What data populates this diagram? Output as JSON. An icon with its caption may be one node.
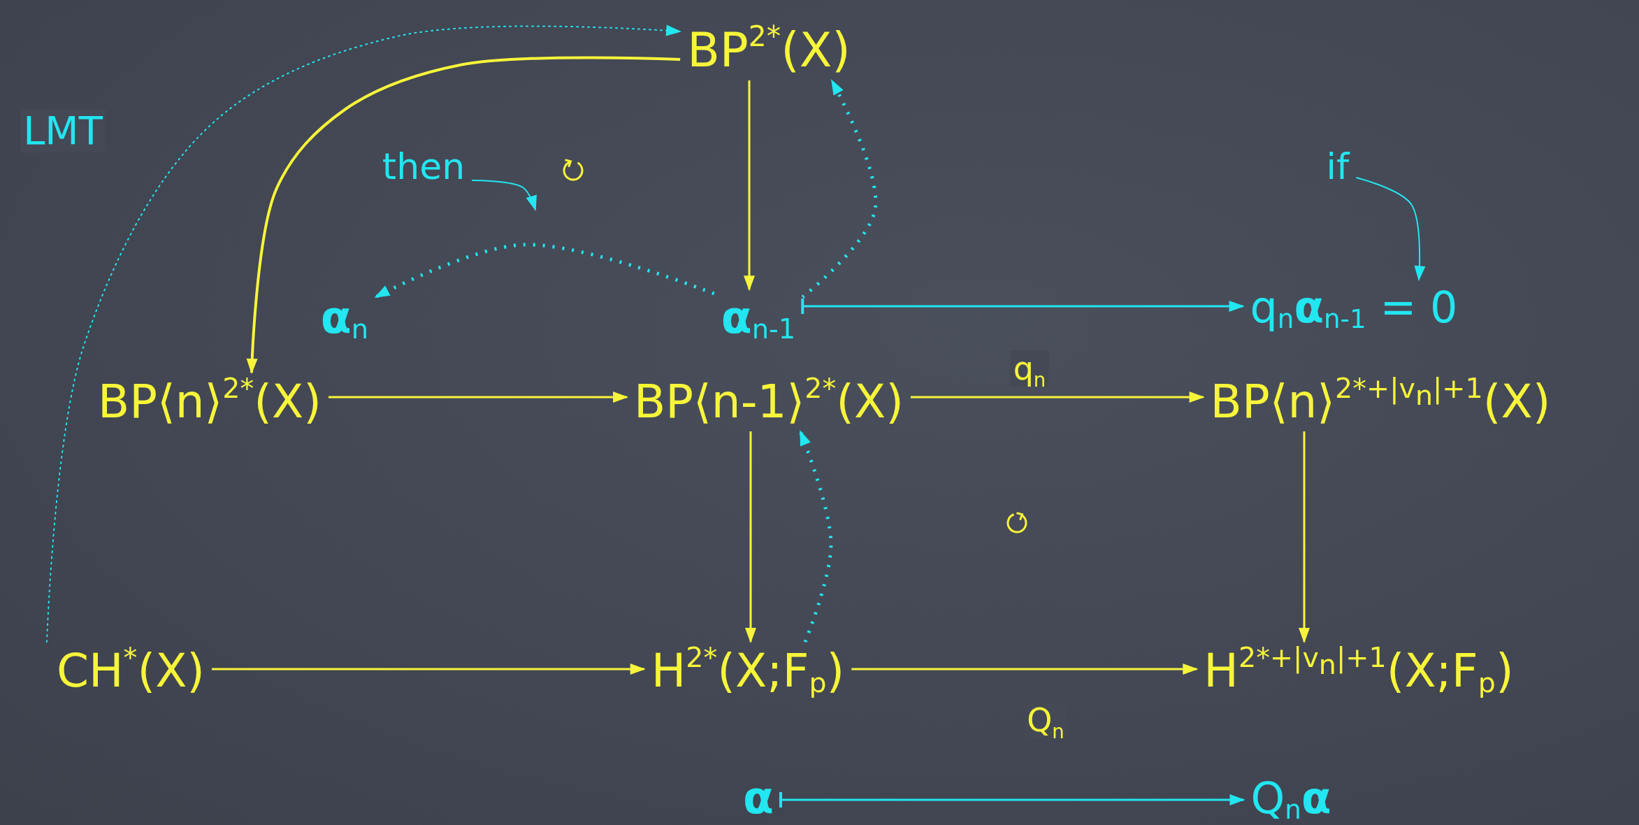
{
  "diagram": {
    "nodes": [
      {
        "text": [
          "BP$^{2*}$(X)"
        ]
      },
      {
        "text": [
          "**α**$_{n}$"
        ]
      },
      {
        "text": [
          "**α**$_{n-1}$"
        ]
      },
      {
        "text": [
          "q$_{n}$**α**$_{n-1}$ = 0"
        ]
      },
      {
        "text": [
          "BP⟨n⟩$^{2*}$(X)"
        ]
      },
      {
        "text": [
          "BP⟨n-1⟩$^{2*}$(X)"
        ]
      },
      {
        "text": [
          "BP⟨n⟩$^{2*+|v}$$_{n}$$^{|+1}$(X)"
        ]
      },
      {
        "text": [
          "CH$^{*}$(X)"
        ]
      },
      {
        "text": [
          "H$^{2*}$(X;F$_{p}$)"
        ]
      },
      {
        "text": [
          "H$^{2*+|v}$$_{n}$$^{|+1}$(X;F$_{p}$)"
        ]
      },
      {
        "text": [
          "α"
        ]
      },
      {
        "text": [
          "Q$_{n}$**α**"
        ]
      },
      {
        "text": [
          "then"
        ]
      },
      {
        "text": [
          "if"
        ]
      }
    ],
    "edges": [
      {
        "from": 0,
        "to": 4,
        "arrow": "to"
      },
      {
        "from": 0,
        "to": 2,
        "arrow": "to"
      },
      {
        "from": 2,
        "to": 0,
        "arrow": "to",
        "style": "dashed",
        "color": "#22e6f0"
      },
      {
        "from": 2,
        "to": 1,
        "arrow": "to",
        "style": "dashed",
        "color": "#22e6f0"
      },
      {
        "from": 2,
        "to": 3,
        "arrow": "to",
        "color": "#22e6f0"
      },
      {
        "from": 4,
        "to": 5,
        "arrow": "to"
      },
      {
        "from": 5,
        "to": 6,
        "arrow": "to",
        "label": "q$_{n}$"
      },
      {
        "from": 5,
        "to": 8,
        "arrow": "to"
      },
      {
        "from": 8,
        "to": 5,
        "arrow": "to",
        "style": "dashed",
        "color": "#22e6f0"
      },
      {
        "from": 6,
        "to": 9,
        "arrow": "to"
      },
      {
        "from": 7,
        "to": 8,
        "arrow": "to"
      },
      {
        "from": 8,
        "to": 9,
        "arrow": "to",
        "label": "Q$_{n}$"
      },
      {
        "from": 10,
        "to": 11,
        "arrow": "to",
        "color": "#22e6f0"
      },
      {
        "from": 7,
        "to": 0,
        "arrow": "to",
        "style": "dashed",
        "color": "#22e6f0",
        "label": "LMT"
      },
      {
        "from": 12,
        "to": null,
        "arrow": "to",
        "color": "#22e6f0"
      },
      {
        "from": 13,
        "to": 3,
        "arrow": "to",
        "color": "#22e6f0"
      }
    ]
  }
}
